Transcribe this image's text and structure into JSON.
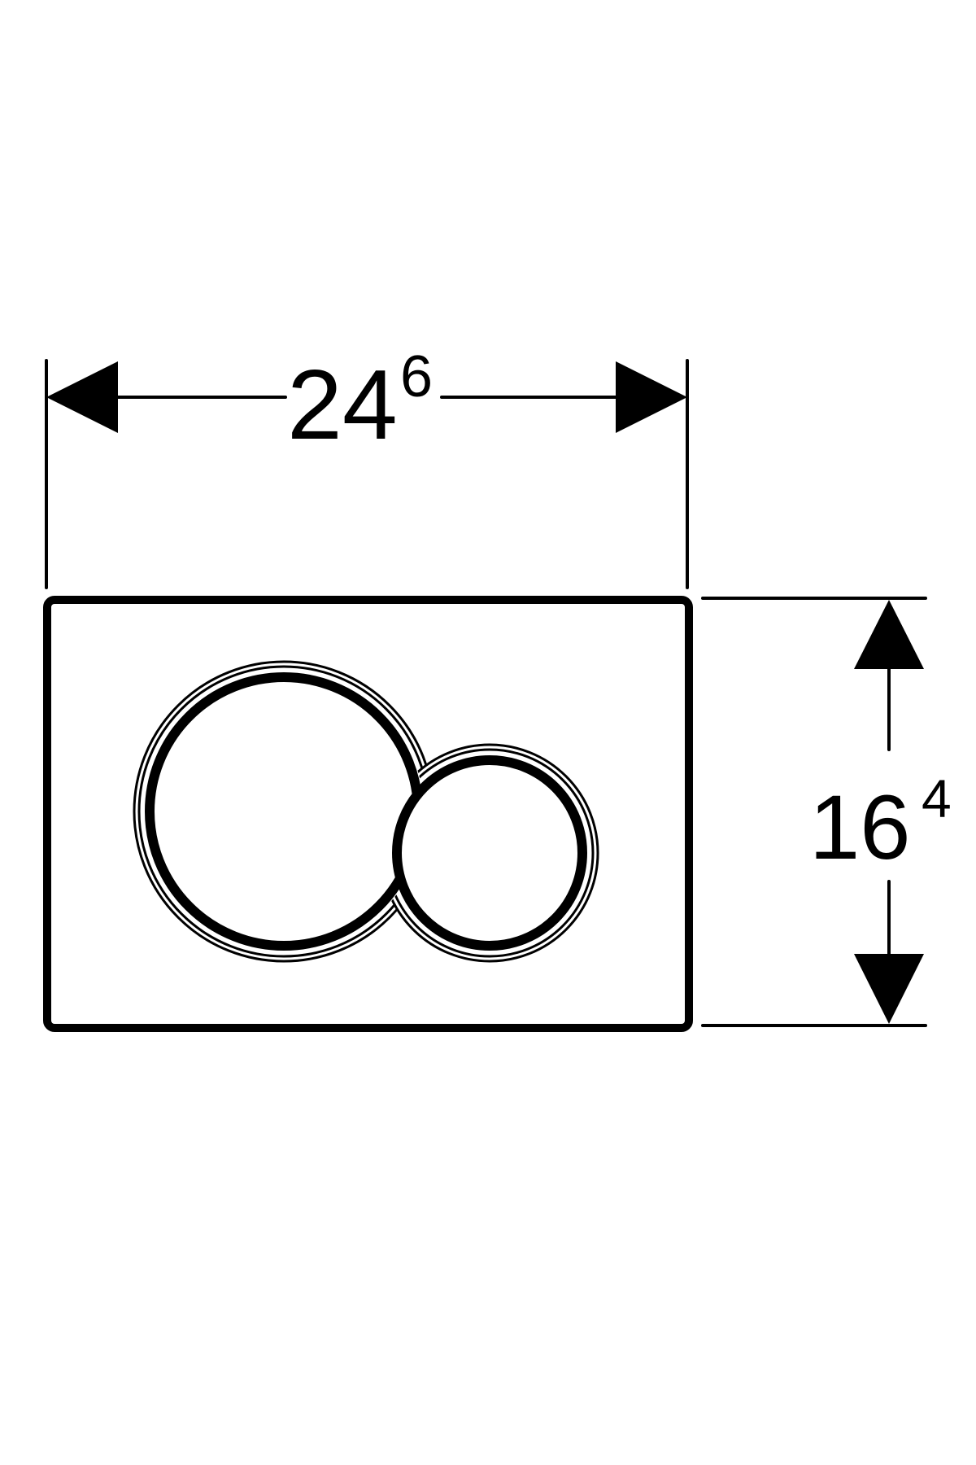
{
  "drawing": {
    "subject": "flush plate with two round buttons",
    "units_note": "dimensions in cm with superscript decimals",
    "stroke_color": "#000000",
    "background_color": "#ffffff"
  },
  "dimensions": {
    "width": {
      "main": "24",
      "superscript": "6",
      "value": 24.6
    },
    "height": {
      "main": "16",
      "superscript": "4",
      "value": 16.4
    }
  },
  "buttons": [
    {
      "name": "large-flush-button",
      "shape": "circle"
    },
    {
      "name": "small-flush-button",
      "shape": "circle"
    }
  ]
}
